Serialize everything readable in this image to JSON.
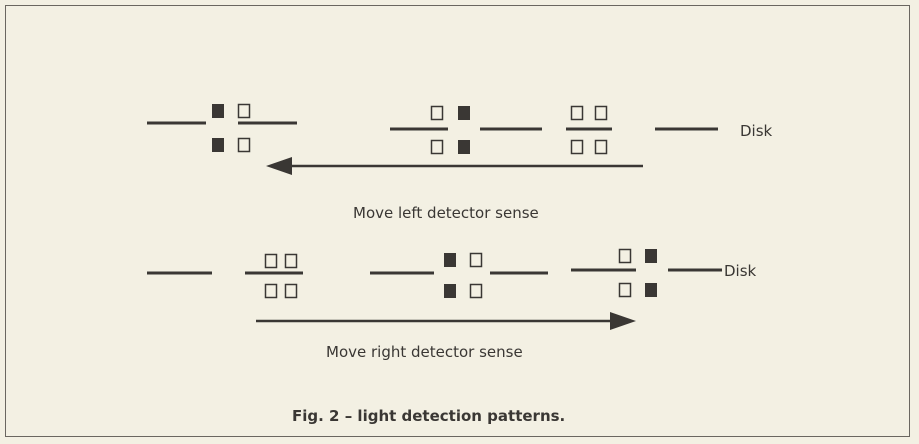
{
  "figure": {
    "caption": "Fig. 2 – light detection patterns.",
    "left_sequence": {
      "direction_label": "Move left detector sense",
      "disk_label": "Disk",
      "states": [
        [
          "filled",
          "empty",
          "filled",
          "empty"
        ],
        [
          "empty",
          "filled",
          "empty",
          "filled"
        ],
        [
          "empty",
          "empty",
          "empty",
          "empty"
        ]
      ]
    },
    "right_sequence": {
      "direction_label": "Move right detector sense",
      "disk_label": "Disk",
      "states": [
        [
          "empty",
          "empty",
          "empty",
          "empty"
        ],
        [
          "filled",
          "empty",
          "filled",
          "empty"
        ],
        [
          "empty",
          "filled",
          "empty",
          "filled"
        ]
      ]
    },
    "colors": {
      "ink": "#3a3734",
      "paper": "#f3f0e3"
    }
  }
}
